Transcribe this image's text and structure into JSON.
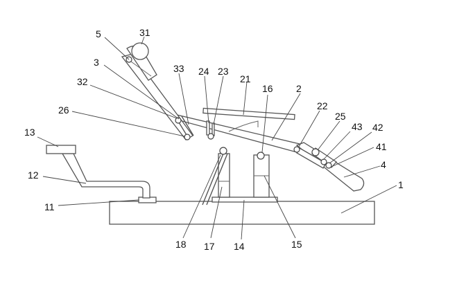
{
  "diagram": {
    "callouts": [
      {
        "id": "c1",
        "text": "1"
      },
      {
        "id": "c2",
        "text": "2"
      },
      {
        "id": "c3",
        "text": "3"
      },
      {
        "id": "c4",
        "text": "4"
      },
      {
        "id": "c5",
        "text": "5"
      },
      {
        "id": "c11",
        "text": "11"
      },
      {
        "id": "c12",
        "text": "12"
      },
      {
        "id": "c13",
        "text": "13"
      },
      {
        "id": "c14",
        "text": "14"
      },
      {
        "id": "c15",
        "text": "15"
      },
      {
        "id": "c16",
        "text": "16"
      },
      {
        "id": "c17",
        "text": "17"
      },
      {
        "id": "c18",
        "text": "18"
      },
      {
        "id": "c21",
        "text": "21"
      },
      {
        "id": "c22",
        "text": "22"
      },
      {
        "id": "c23",
        "text": "23"
      },
      {
        "id": "c24",
        "text": "24"
      },
      {
        "id": "c25",
        "text": "25"
      },
      {
        "id": "c26",
        "text": "26"
      },
      {
        "id": "c31",
        "text": "31"
      },
      {
        "id": "c32",
        "text": "32"
      },
      {
        "id": "c33",
        "text": "33"
      },
      {
        "id": "c41",
        "text": "41"
      },
      {
        "id": "c42",
        "text": "42"
      },
      {
        "id": "c43",
        "text": "43"
      }
    ]
  }
}
